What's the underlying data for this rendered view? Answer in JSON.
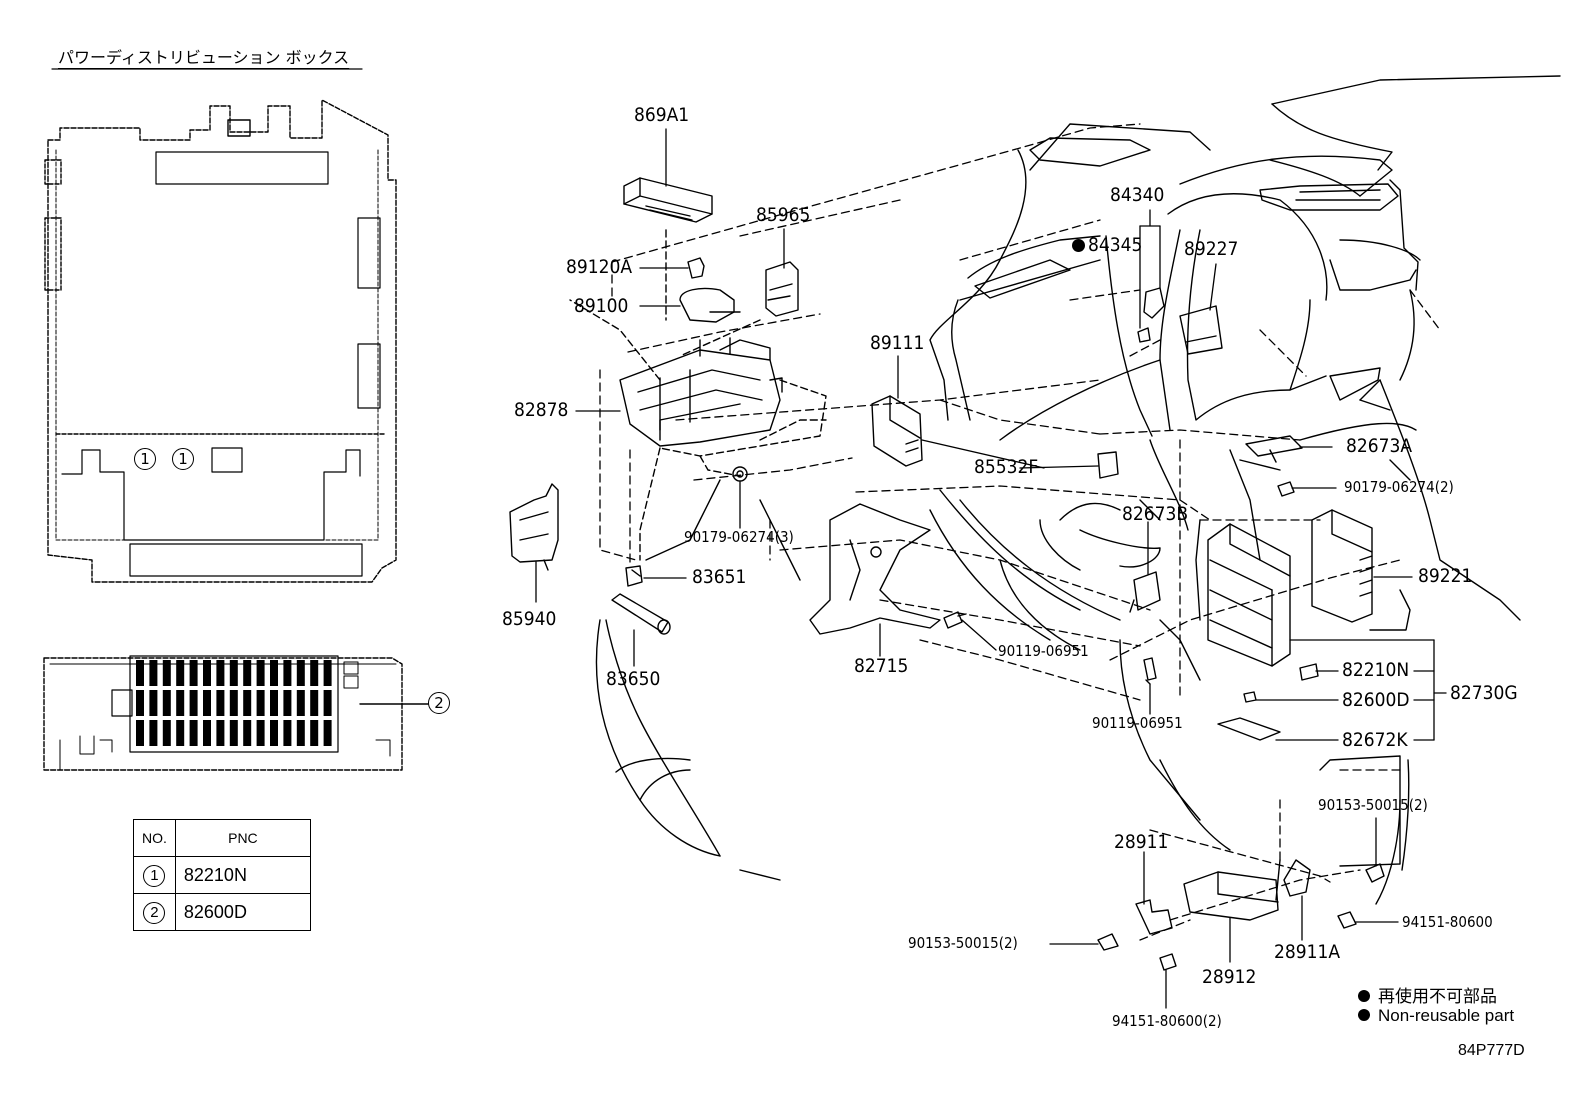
{
  "title": "パワーディストリビューション ボックス",
  "callouts": [
    "1",
    "1",
    "2"
  ],
  "pnc_table": {
    "header_no": "NO.",
    "header_pnc": "PNC",
    "rows": [
      {
        "no": "1",
        "pnc": "82210N"
      },
      {
        "no": "2",
        "pnc": "82600D"
      }
    ]
  },
  "part_labels": {
    "p869A1": "869A1",
    "p85965": "85965",
    "p89120A": "89120A",
    "p89100": "89100",
    "p82878": "82878",
    "p85940": "85940",
    "p90179_3": "90179-06274(3)",
    "p83651": "83651",
    "p83650": "83650",
    "p89111": "89111",
    "p85532F": "85532F",
    "p84340": "84340",
    "p84345": "84345",
    "p89227": "89227",
    "p82673A": "82673A",
    "p90179_2": "90179-06274(2)",
    "p82673B": "82673B",
    "p89221": "89221",
    "p82715": "82715",
    "p90119_a": "90119-06951",
    "p90119_b": "90119-06951",
    "p82210N": "82210N",
    "p82600D": "82600D",
    "p82730G": "82730G",
    "p82672K": "82672K",
    "p90153_r": "90153-50015(2)",
    "p28911": "28911",
    "p28911A": "28911A",
    "p28912": "28912",
    "p90153_l": "90153-50015(2)",
    "p94151_r": "94151-80600",
    "p94151_l": "94151-80600(2)"
  },
  "legend": {
    "jp": "再使用不可部品",
    "en": "Non-reusable part"
  },
  "diagram_code": "84P777D"
}
